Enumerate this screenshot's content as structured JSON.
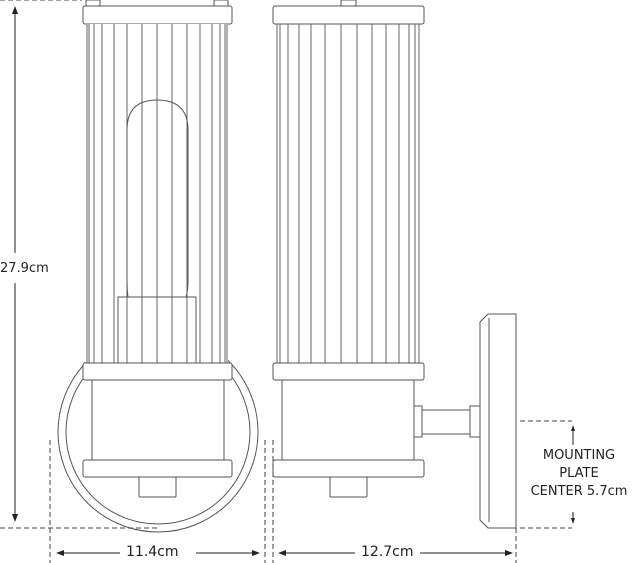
{
  "drawing": {
    "subject": "wall sconce dimension drawing",
    "views": [
      "front-view",
      "side-view"
    ]
  },
  "dimensions": {
    "height_label": "27.9cm",
    "front_width_label": "11.4cm",
    "side_depth_label": "12.7cm",
    "mounting_plate": {
      "line1": "MOUNTING",
      "line2": "PLATE",
      "line3": "CENTER 5.7cm"
    }
  },
  "colors": {
    "line": "#555555",
    "text": "#222222",
    "background": "#ffffff"
  }
}
